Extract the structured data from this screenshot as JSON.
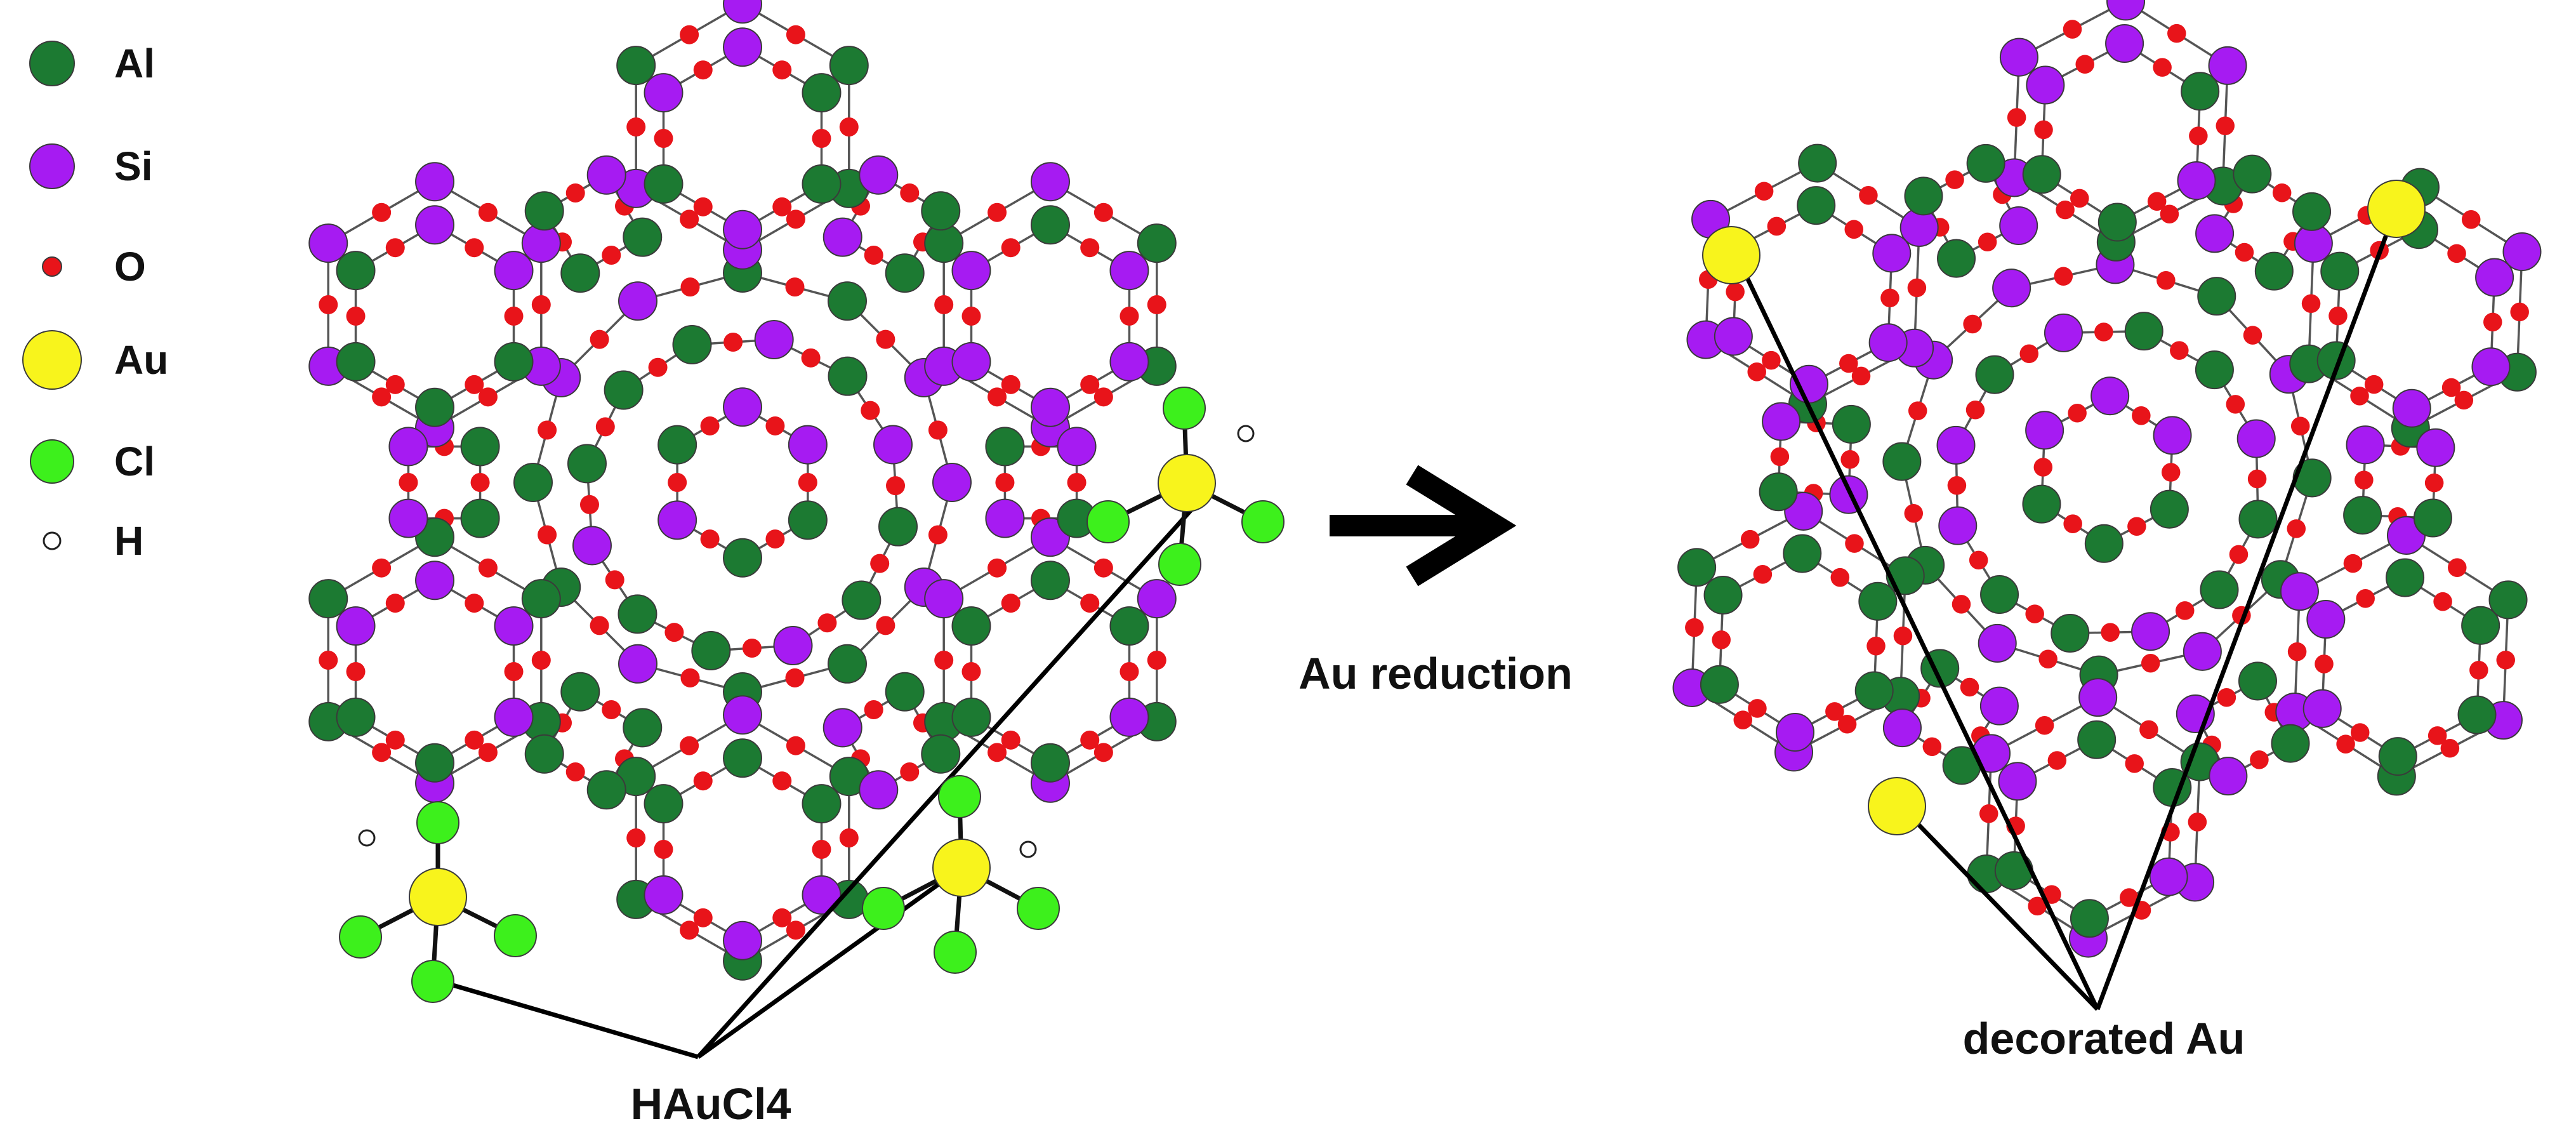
{
  "legend": {
    "items": [
      {
        "element": "Al",
        "color": "#1c7a32"
      },
      {
        "element": "Si",
        "color": "#a61bf2"
      },
      {
        "element": "O",
        "color": "#e8141a"
      },
      {
        "element": "Au",
        "color": "#f8f41c"
      },
      {
        "element": "Cl",
        "color": "#3df01c"
      },
      {
        "element": "H",
        "color": "#ffffff"
      }
    ]
  },
  "labels": {
    "precursor": "HAuCl4",
    "process": "Au reduction",
    "product": "decorated Au"
  },
  "colors": {
    "bond": "#555555",
    "pointer": "#000000",
    "arrow": "#000000"
  }
}
